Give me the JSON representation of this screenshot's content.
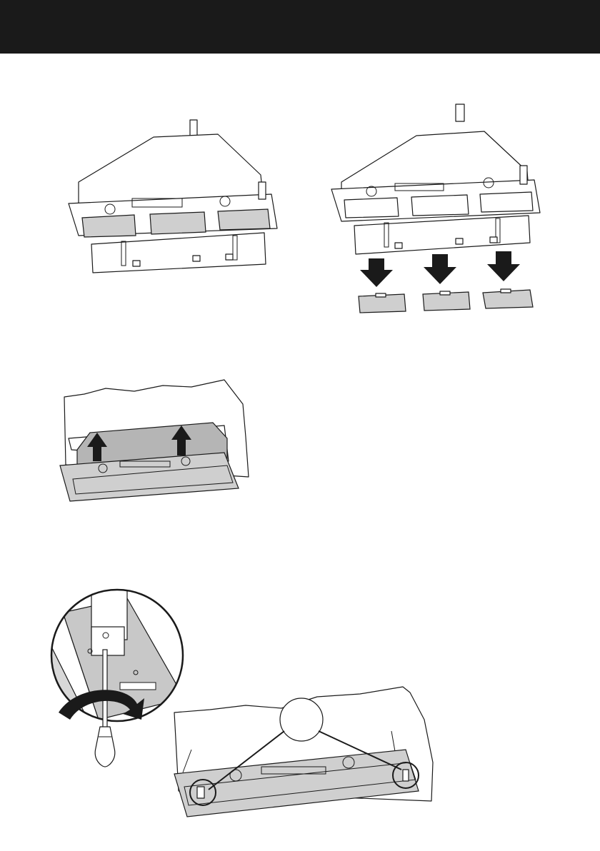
{
  "page": {
    "header_bar_color": "#1a1a1a",
    "figures": [
      {
        "id": "hood-assembled",
        "icon": "cooker-hood-icon"
      },
      {
        "id": "hood-filters-removed",
        "icon": "cooker-hood-icon"
      },
      {
        "id": "panel-lift",
        "icon": "cabinet-panel-icon"
      },
      {
        "id": "screw-detail",
        "icon": "screwdriver-icon"
      },
      {
        "id": "cabinet-screw-locations",
        "icon": "cabinet-panel-icon"
      }
    ],
    "arrow_color": "#1a1a1a",
    "filter_color": "#cfcfcf"
  }
}
